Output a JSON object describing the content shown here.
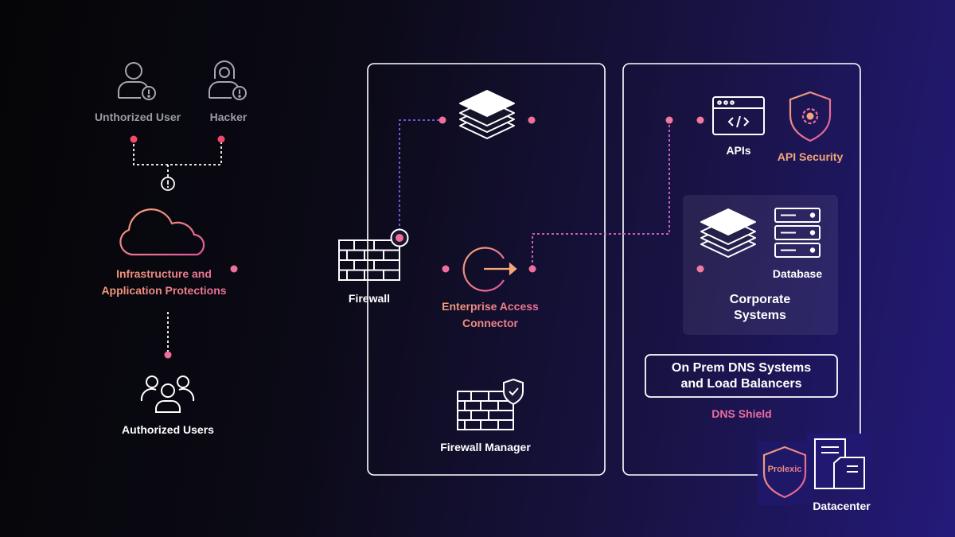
{
  "threats": {
    "unauthorized_user": "Unthorized User",
    "hacker": "Hacker"
  },
  "protections_label_line1": "Infrastructure and",
  "protections_label_line2": "Application Protections",
  "authorized_users": "Authorized Users",
  "firewall": "Firewall",
  "eac_line1": "Enterprise Access",
  "eac_line2": "Connector",
  "firewall_manager": "Firewall Manager",
  "apis": "APIs",
  "api_security": "API Security",
  "database": "Database",
  "corporate_line1": "Corporate",
  "corporate_line2": "Systems",
  "dns_line1": "On Prem DNS Systems",
  "dns_line2": "and Load Balancers",
  "dns_shield": "DNS Shield",
  "prolexic": "Prolexic",
  "datacenter": "Datacenter",
  "colors": {
    "dot_red": "#ef4a6a",
    "dot_pink": "#f06e9c",
    "line_blue": "#5b5cf0",
    "accent_orange": "#f4a57a"
  }
}
